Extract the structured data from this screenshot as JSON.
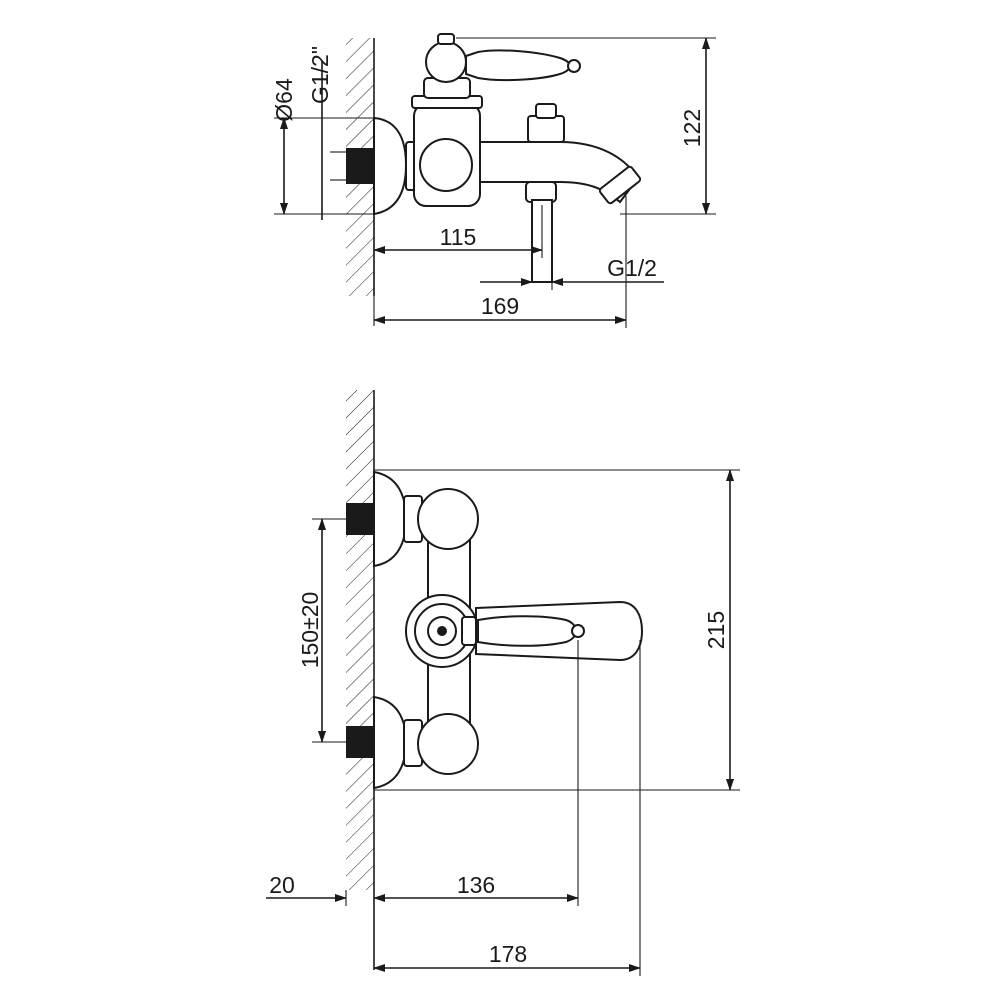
{
  "top_view": {
    "dim_diameter": "Ø64",
    "dim_inlet_thread": "G1/2\"",
    "dim_height": "122",
    "dim_spout_center": "115",
    "dim_outlet_thread": "G1/2",
    "dim_spout_length": "169"
  },
  "front_view": {
    "dim_centers": "150±20",
    "dim_height": "215",
    "dim_wall_offset": "20",
    "dim_handle_reach": "136",
    "dim_total_depth": "178"
  }
}
